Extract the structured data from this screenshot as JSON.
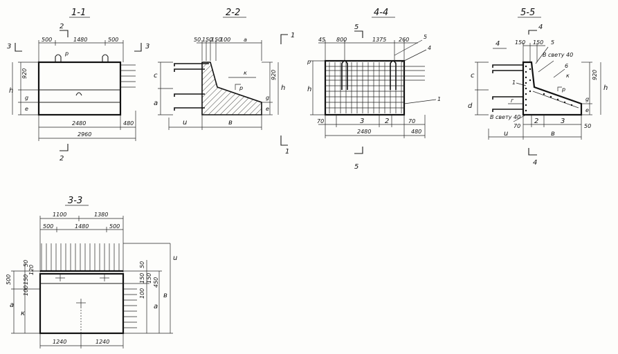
{
  "sections": {
    "s11": {
      "title": "1-1"
    },
    "s22": {
      "title": "2-2"
    },
    "s44": {
      "title": "4-4"
    },
    "s55": {
      "title": "5-5"
    },
    "s33": {
      "title": "3-3"
    }
  },
  "dims": {
    "s11": {
      "d500a": "500",
      "d1480": "1480",
      "d500b": "500",
      "d2480": "2480",
      "d480": "480",
      "d2960": "2960",
      "d920": "920"
    },
    "s22": {
      "d50": "50",
      "d150": "150",
      "d150b": "150",
      "d100": "100",
      "d920": "920"
    },
    "s44": {
      "d45": "45",
      "d800": "800",
      "d1375": "1375",
      "d260": "260",
      "d70a": "70",
      "d70b": "70",
      "d2480": "2480",
      "d480": "480"
    },
    "s55": {
      "d150a": "150",
      "d150b": "150",
      "d920": "920",
      "d70": "70",
      "d50": "50",
      "vsvetu40": "В свету 40",
      "vsvetu40b": "В свету 40"
    },
    "s33": {
      "d1100": "1100",
      "d1380": "1380",
      "d500a": "500",
      "d1480": "1480",
      "d500b": "500",
      "d1240a": "1240",
      "d1240b": "1240",
      "d50": "50",
      "d120": "120",
      "d150": "150",
      "d100": "100",
      "d500l": "500",
      "d50r": "50",
      "d150r": "150",
      "d150r2": "150",
      "d450": "450",
      "d100r": "100"
    }
  },
  "letters": {
    "h": "h",
    "e": "e",
    "g": "g",
    "c": "c",
    "a": "a",
    "u": "u",
    "v": "в",
    "k": "к",
    "r": "р",
    "d": "d",
    "gam": "г"
  },
  "marks": {
    "n1": "1",
    "n2": "2",
    "n3": "3",
    "n4": "4",
    "n5": "5",
    "n6": "6"
  }
}
